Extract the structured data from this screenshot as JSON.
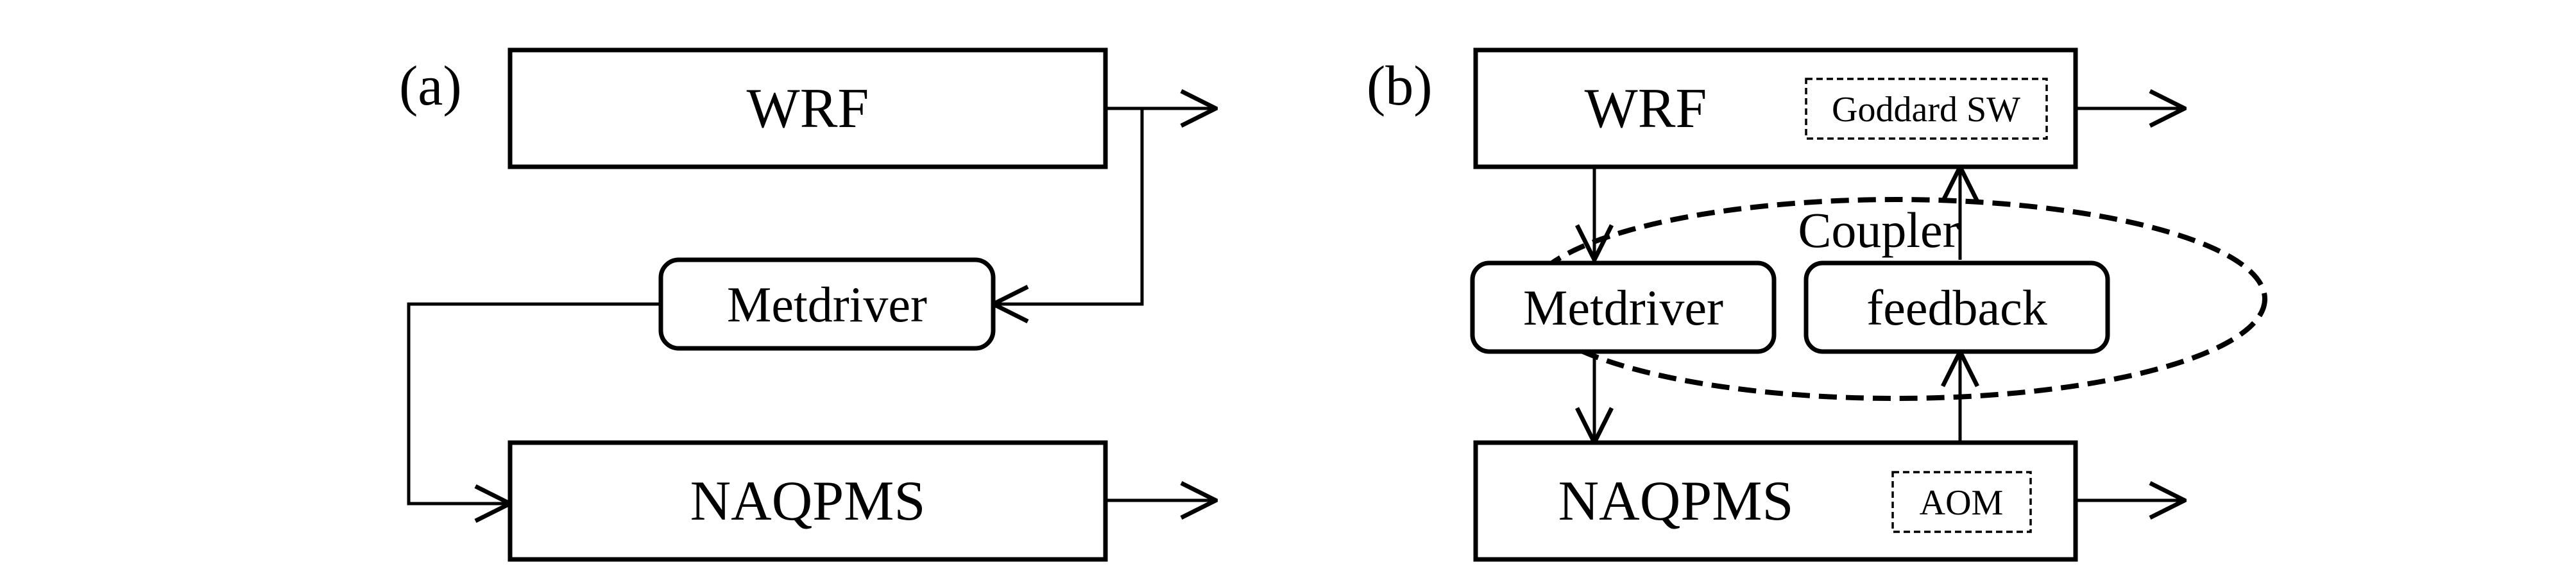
{
  "panel_a": {
    "tag": "(a)",
    "top_box": "WRF",
    "middle_box": "Metdriver",
    "bottom_box": "NAQPMS"
  },
  "panel_b": {
    "tag": "(b)",
    "top_box": "WRF",
    "top_box_inner": "Goddard SW",
    "coupler_label": "Coupler",
    "left_module": "Metdriver",
    "right_module": "feedback",
    "bottom_box": "NAQPMS",
    "bottom_box_inner": "AOM"
  }
}
